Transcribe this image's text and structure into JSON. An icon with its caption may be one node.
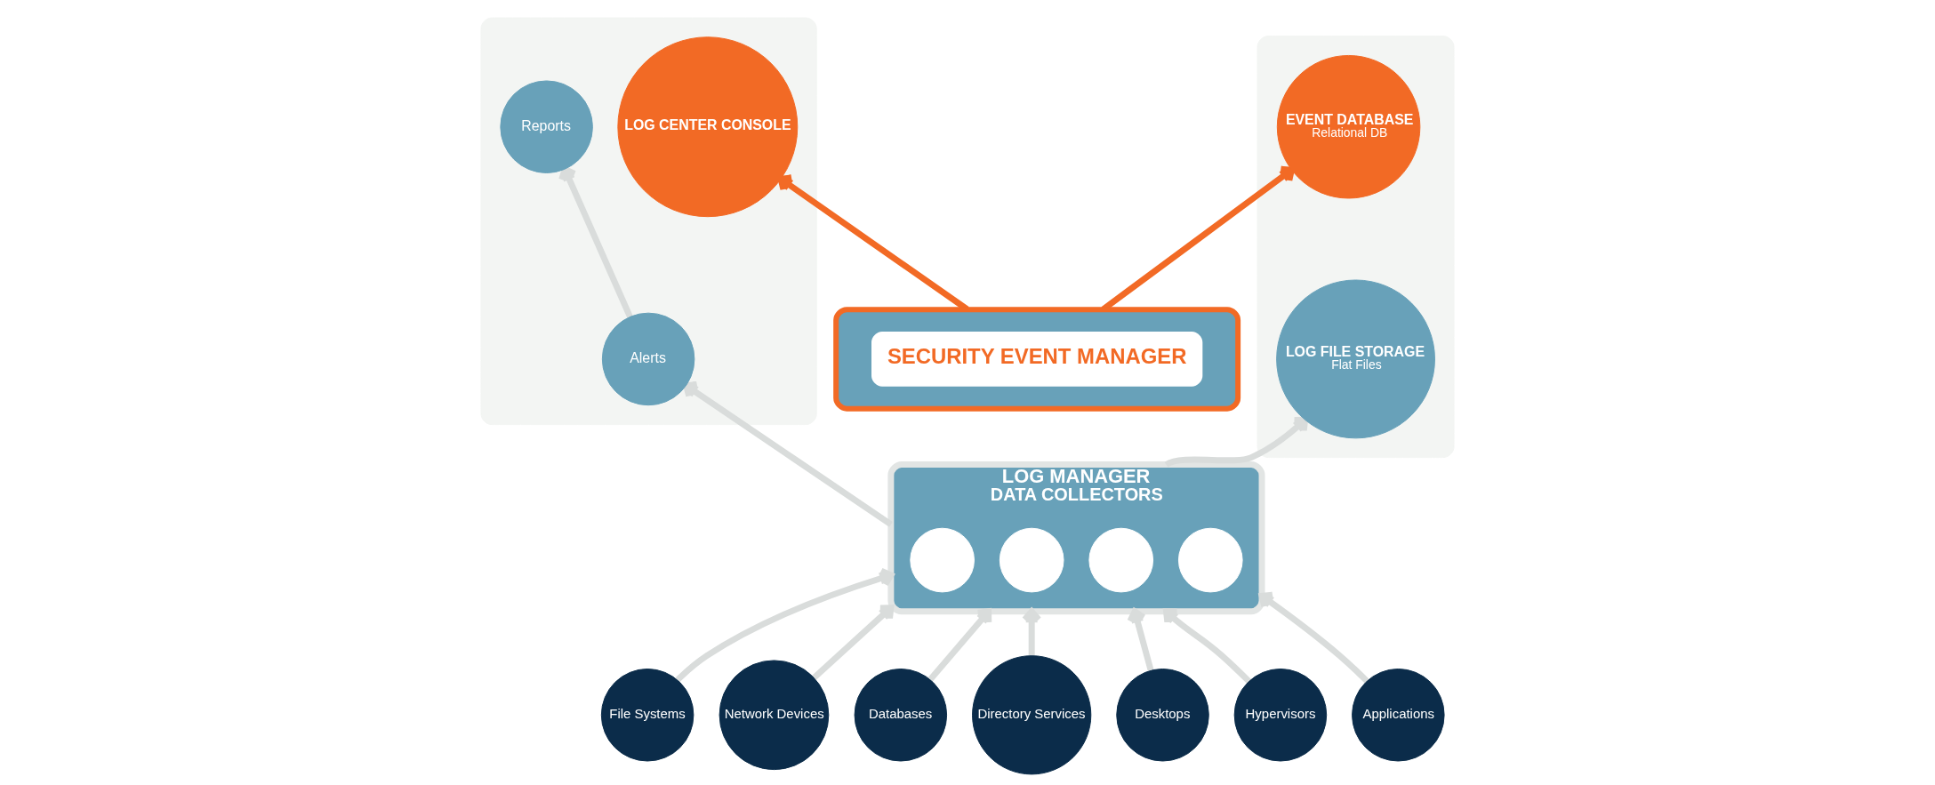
{
  "diagram": {
    "nodes": [
      {
        "text": [],
        "shape": "box"
      },
      {
        "text": [
          "LOG CENTER CONSOLE"
        ],
        "in": 0
      },
      {
        "text": [
          "Reports"
        ],
        "in": 0
      },
      {
        "text": [
          "Alerts"
        ],
        "in": 0
      },
      {
        "text": [
          "SECURITY EVENT MANAGER"
        ]
      },
      {
        "text": [
          "LOG MANAGER",
          "DATA COLLECTORS"
        ]
      },
      {
        "text": [],
        "shape": "circle",
        "in": 5
      },
      {
        "text": [],
        "shape": "circle",
        "in": 5
      },
      {
        "text": [],
        "shape": "circle",
        "in": 5
      },
      {
        "text": [],
        "shape": "circle",
        "in": 5
      },
      {
        "text": [],
        "shape": "box"
      },
      {
        "text": [
          "EVENT DATABASE",
          "Relational DB"
        ],
        "in": 10
      },
      {
        "text": [
          "LOG FILE STORAGE",
          "Flat Files"
        ],
        "in": 10
      },
      {
        "text": [
          "File Systems"
        ]
      },
      {
        "text": [
          "Network Devices"
        ]
      },
      {
        "text": [
          "Databases"
        ]
      },
      {
        "text": [
          "Directory Services"
        ]
      },
      {
        "text": [
          "Desktops"
        ]
      },
      {
        "text": [
          "Hypervisors"
        ]
      },
      {
        "text": [
          "Applications"
        ]
      }
    ],
    "edges": [
      {
        "from": 4,
        "to": 1,
        "arrow": "to",
        "color": "#f26a25"
      },
      {
        "from": 4,
        "to": 11,
        "arrow": "to",
        "color": "#f26a25"
      },
      {
        "from": 5,
        "to": 3,
        "arrow": "to"
      },
      {
        "from": 3,
        "to": 2,
        "arrow": "to"
      },
      {
        "from": 5,
        "to": 12,
        "arrow": "to"
      },
      {
        "from": 13,
        "to": 5,
        "arrow": "to"
      },
      {
        "from": 14,
        "to": 5,
        "arrow": "to"
      },
      {
        "from": 15,
        "to": 5,
        "arrow": "to"
      },
      {
        "from": 16,
        "to": 5,
        "arrow": "to"
      },
      {
        "from": 17,
        "to": 5,
        "arrow": "to"
      },
      {
        "from": 18,
        "to": 5,
        "arrow": "to"
      },
      {
        "from": 19,
        "to": 5,
        "arrow": "to"
      }
    ]
  }
}
